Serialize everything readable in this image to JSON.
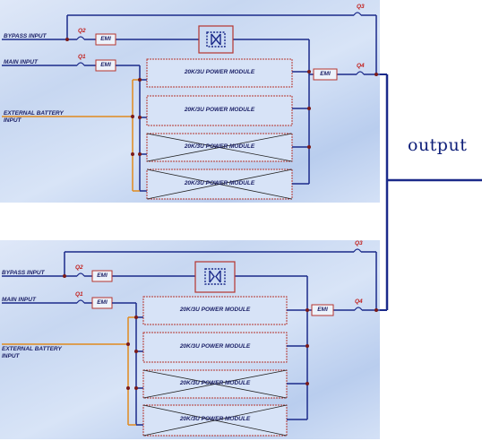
{
  "output_label": "output",
  "panels": [
    {
      "inputs": {
        "bypass": "BYPASS INPUT",
        "main": "MAIN INPUT",
        "battery": "EXTERNAL BATTERY INPUT"
      },
      "switches": {
        "q1": "Q1",
        "q2": "Q2",
        "q3": "Q3",
        "q4": "Q4"
      },
      "emi": "EMI",
      "modules": [
        {
          "label": "20K/3U POWER MODULE",
          "crossed": false
        },
        {
          "label": "20K/3U POWER MODULE",
          "crossed": false
        },
        {
          "label": "20K/3U POWER MODULE",
          "crossed": true
        },
        {
          "label": "20K/3U POWER MODULE",
          "crossed": true
        }
      ]
    },
    {
      "inputs": {
        "bypass": "BYPASS INPUT",
        "main": "MAIN INPUT",
        "battery": "EXTERNAL BATTERY INPUT"
      },
      "switches": {
        "q1": "Q1",
        "q2": "Q2",
        "q3": "Q3",
        "q4": "Q4"
      },
      "emi": "EMI",
      "modules": [
        {
          "label": "20K/3U POWER MODULE",
          "crossed": false
        },
        {
          "label": "20K/3U POWER MODULE",
          "crossed": false
        },
        {
          "label": "20K/3U POWER MODULE",
          "crossed": true
        },
        {
          "label": "20K/3U POWER MODULE",
          "crossed": true
        }
      ]
    }
  ],
  "colors": {
    "wire": "#1b2a8a",
    "battery_wire": "#e08a1e",
    "box_border": "#b5342e",
    "node": "#7a1a1a",
    "output_bus": "#1b2a8a"
  }
}
